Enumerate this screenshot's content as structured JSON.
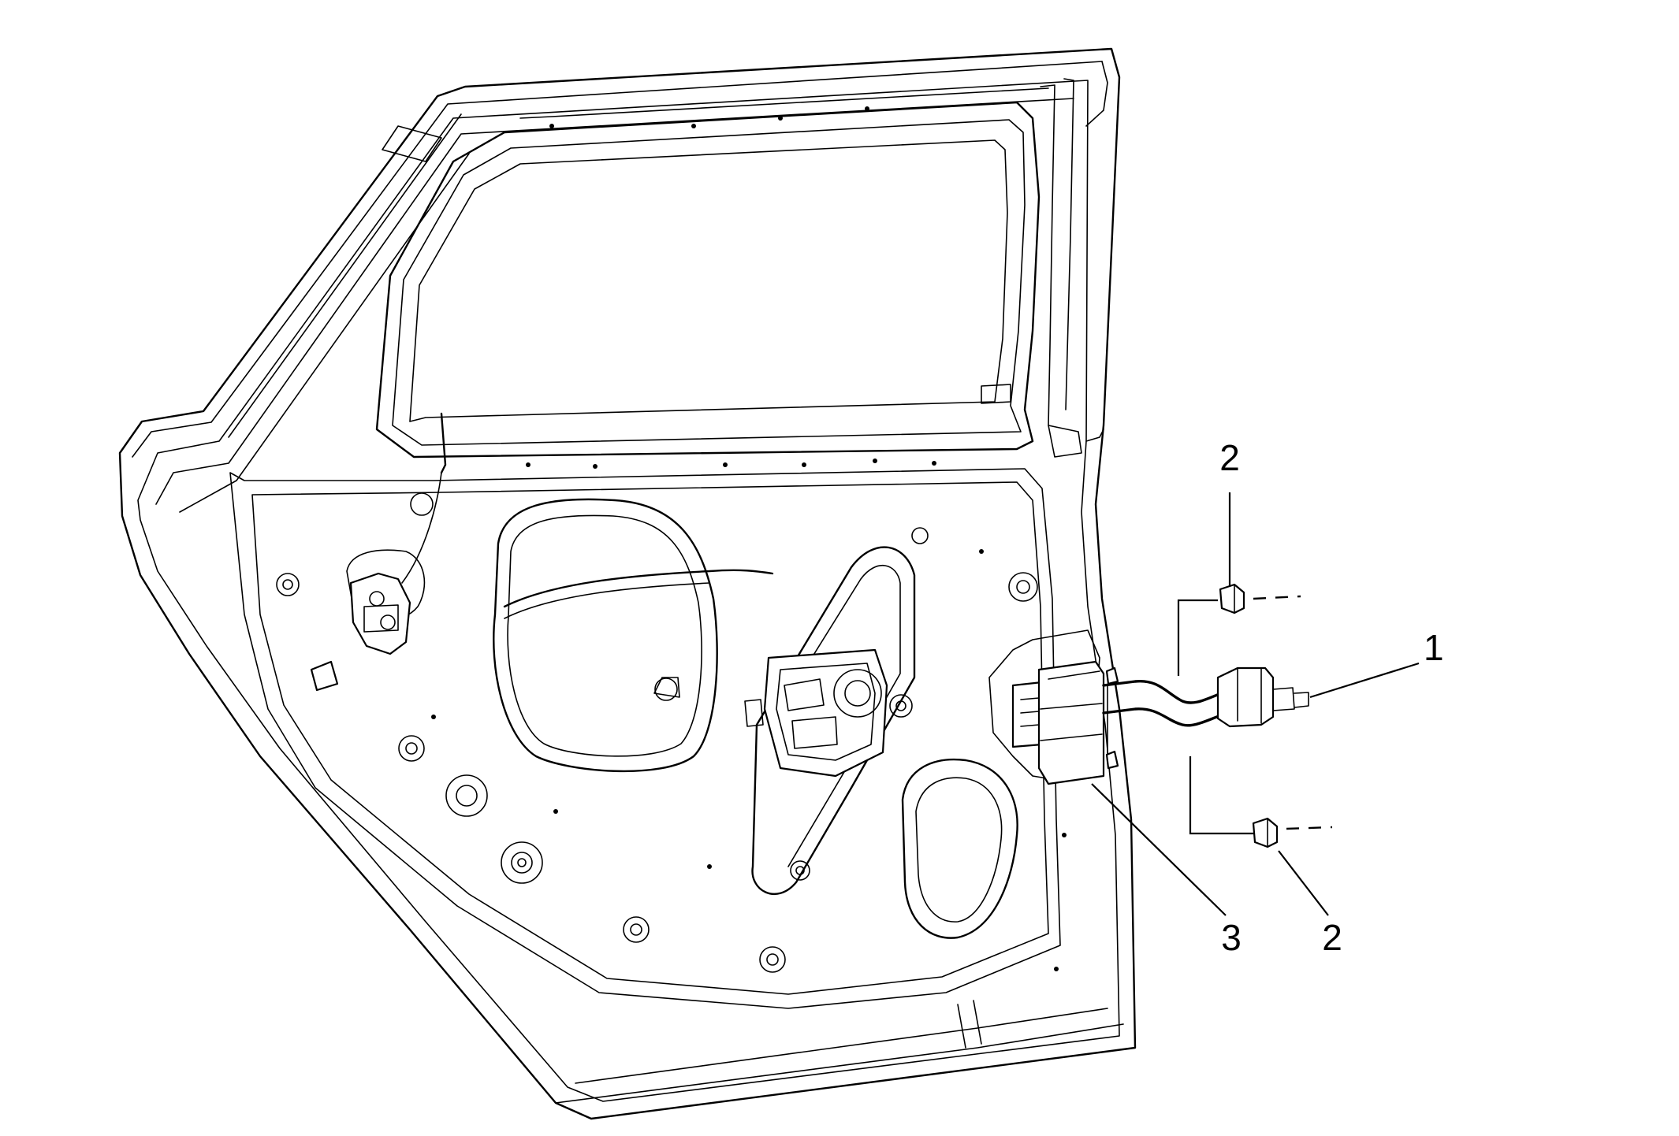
{
  "callouts": {
    "c1": "1",
    "c2_top": "2",
    "c2_bottom": "2",
    "c3": "3"
  },
  "colors": {
    "line": "#000000",
    "background": "#ffffff"
  }
}
